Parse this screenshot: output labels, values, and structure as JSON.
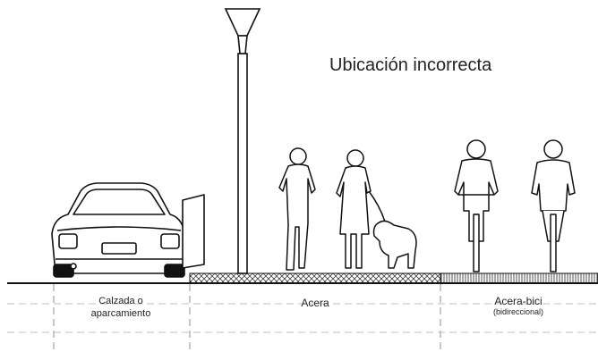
{
  "title": "Ubicación incorrecta",
  "zones": {
    "calzada": {
      "label_line1": "Calzada o",
      "label_line2": "aparcamiento"
    },
    "acera": {
      "label": "Acera"
    },
    "acera_bici": {
      "label": "Acera-bici",
      "sublabel": "(bidireccional)"
    }
  },
  "icons": [
    "car-icon",
    "street-lamp-icon",
    "pedestrian-icon",
    "woman-with-dog-icon",
    "cyclist-icon"
  ]
}
